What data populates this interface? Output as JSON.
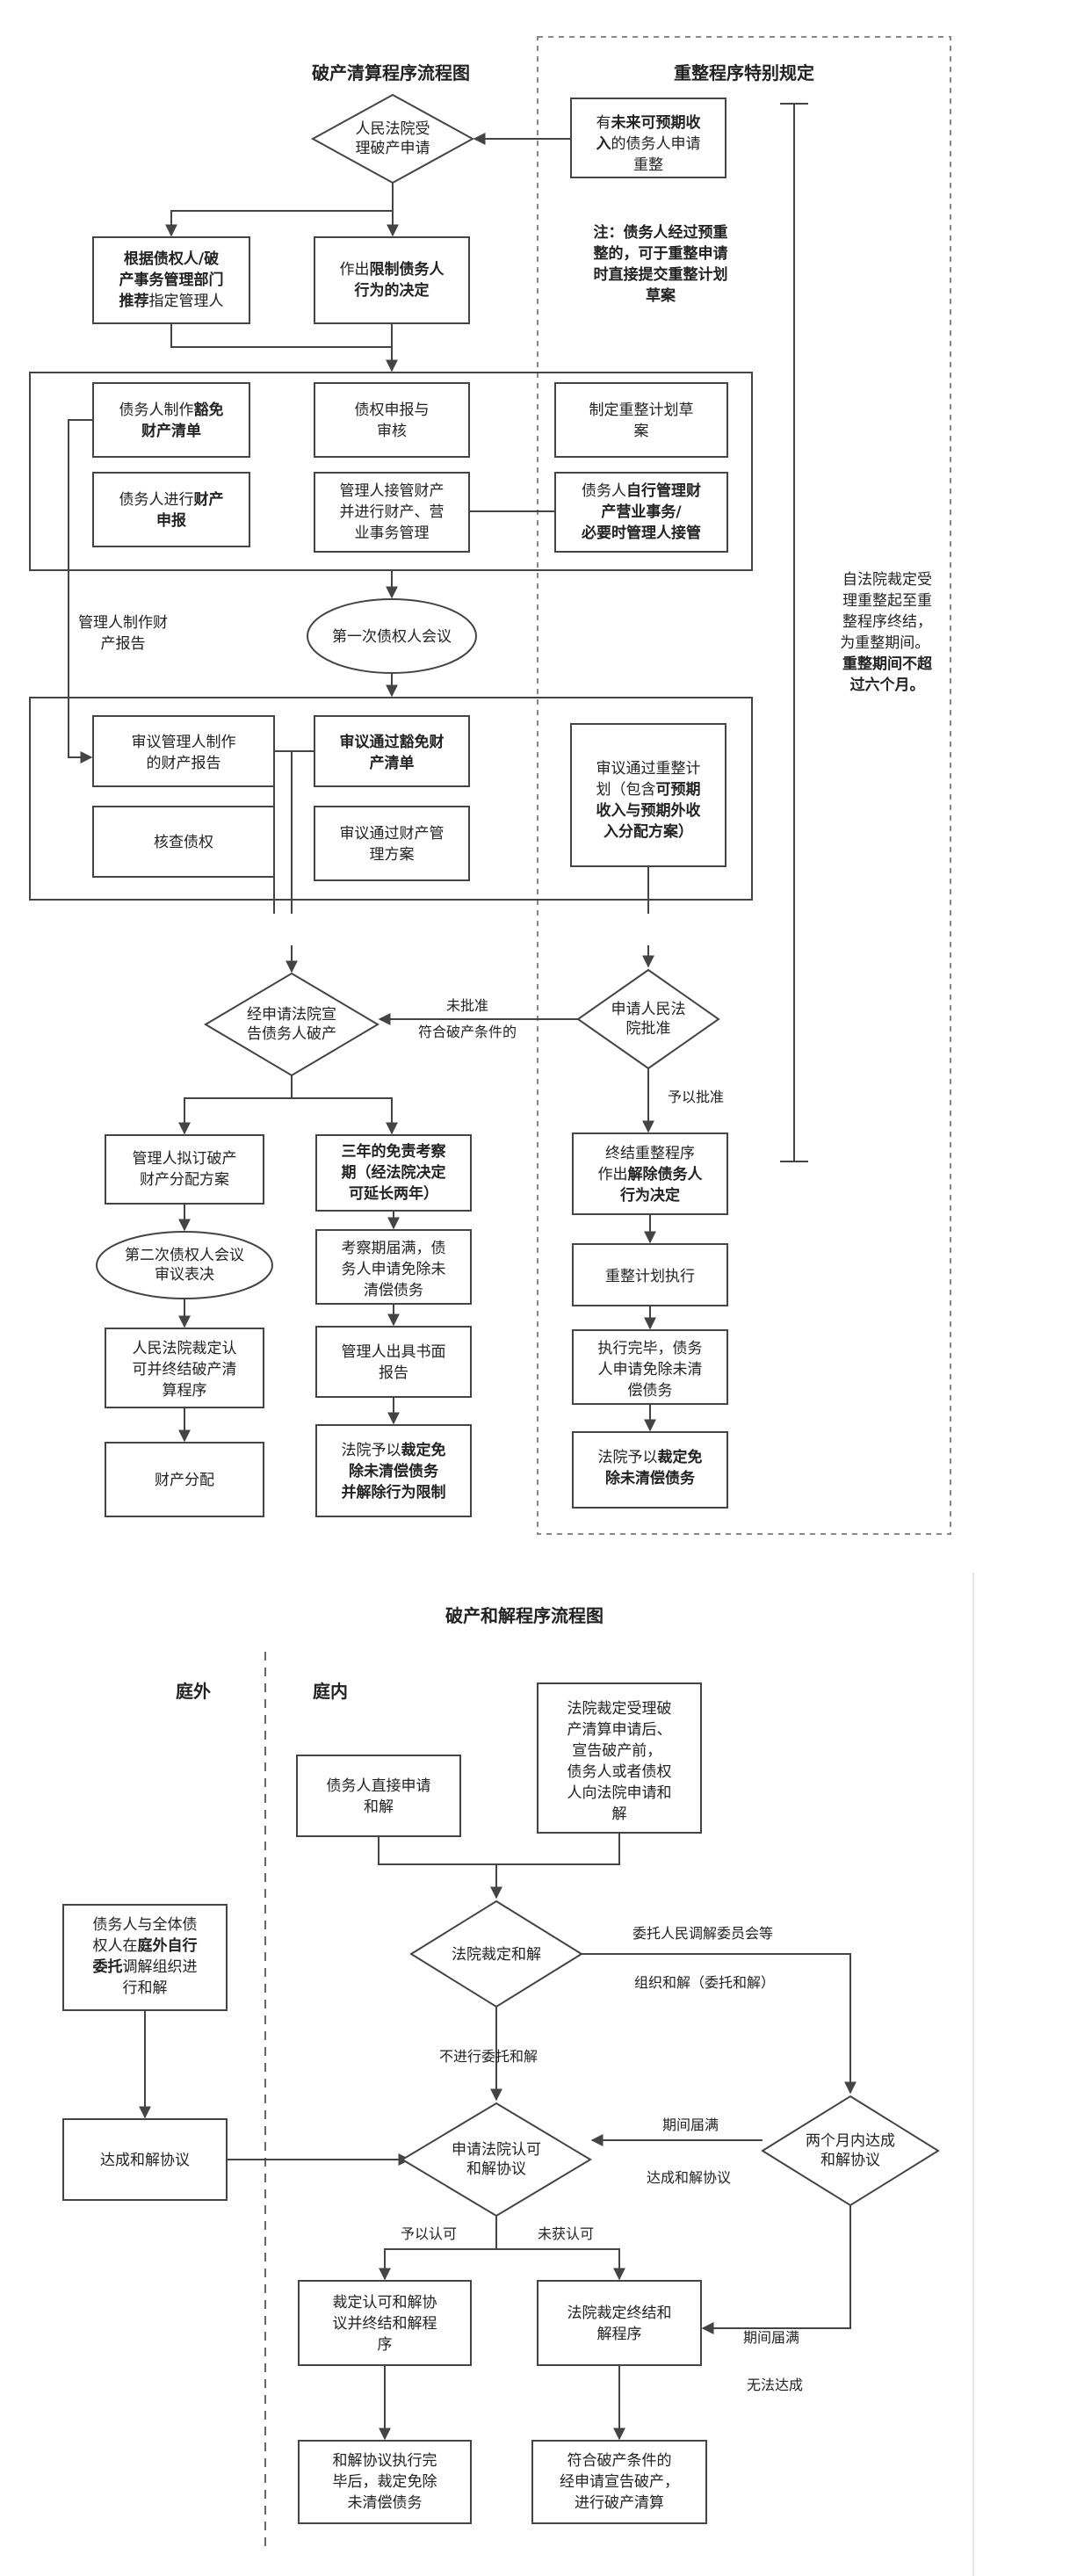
{
  "sec1": {
    "title": "破产清算程序流程图",
    "special_title": "重整程序特别规定",
    "accept": [
      "人民法院受",
      "理破产申请"
    ],
    "appoint": [
      [
        "根据债权人/破",
        true
      ],
      [
        "产事务管理部门",
        true
      ],
      [
        [
          [
            "推荐",
            true
          ],
          [
            "指定管理人",
            false
          ]
        ]
      ]
    ],
    "restrict": [
      [
        [
          [
            "作出",
            false
          ],
          [
            "限制债务人",
            true
          ]
        ]
      ],
      [
        "行为的决定",
        true
      ]
    ],
    "income": [
      [
        [
          [
            "有",
            false
          ],
          [
            "未来可预期收",
            true
          ]
        ]
      ],
      [
        [
          [
            "入",
            true
          ],
          [
            "的债务人申请",
            false
          ]
        ]
      ],
      [
        "重整",
        false
      ]
    ],
    "note": [
      "注：债务人经过预重",
      "整的，可于重整申请",
      "时直接提交重整计划",
      "草案"
    ],
    "exempt_list": [
      [
        [
          [
            "债务人制作",
            false
          ],
          [
            "豁免",
            true
          ]
        ]
      ],
      [
        "财产清单",
        true
      ]
    ],
    "claim": [
      "债权申报与",
      "审核"
    ],
    "plan_draft": [
      "制定重整计划草",
      "案"
    ],
    "declare": [
      [
        [
          [
            "债务人进行",
            false
          ],
          [
            "财产",
            true
          ]
        ]
      ],
      [
        "申报",
        true
      ]
    ],
    "take_over": [
      "管理人接管财产",
      "并进行财产、营",
      "业事务管理"
    ],
    "self_manage": [
      [
        [
          [
            "债务人",
            false
          ],
          [
            "自行管理财",
            true
          ]
        ]
      ],
      [
        "产营业事务/",
        true
      ],
      [
        "必要时管理人接管",
        true
      ]
    ],
    "mgr_report": [
      "管理人制作财",
      "产报告"
    ],
    "period": [
      "自法院裁定受",
      "理重整起至重",
      "整程序终结，",
      "为重整期间。",
      "重整期间不超",
      "过六个月。"
    ],
    "first_meeting": "第一次债权人会议",
    "review_report": [
      "审议管理人制作",
      "的财产报告"
    ],
    "pass_exempt": [
      "审议通过豁免财",
      "产清单"
    ],
    "pass_plan": [
      [
        "审议通过重整计",
        false
      ],
      [
        [
          [
            "划（包含",
            false
          ],
          [
            "可预期",
            true
          ]
        ]
      ],
      [
        "收入与预期外收",
        true
      ],
      [
        "入分配方案）",
        true
      ]
    ],
    "verify": "核查债权",
    "pass_mgmt": [
      "审议通过财产管",
      "理方案"
    ],
    "declare_bankrupt": [
      "经申请法院宣",
      "告债务人破产"
    ],
    "not_approved": "未批准",
    "meets": "符合破产条件的",
    "court_approve": [
      "申请人民法",
      "院批准"
    ],
    "approve": "予以批准",
    "dist_plan": [
      "管理人拟订破产",
      "财产分配方案"
    ],
    "probation": [
      "三年的免责考察",
      "期（经法院决定",
      "可延长两年）"
    ],
    "end_reorg": [
      [
        "终结重整程序",
        false
      ],
      [
        [
          [
            "作出",
            false
          ],
          [
            "解除债务人",
            true
          ]
        ]
      ],
      [
        "行为决定",
        true
      ]
    ],
    "second_meeting": [
      "第二次债权人会议",
      "审议表决"
    ],
    "probation_end": [
      "考察期届满，债",
      "务人申请免除未",
      "清偿债务"
    ],
    "plan_exec": "重整计划执行",
    "terminate": [
      "人民法院裁定认",
      "可并终结破产清",
      "算程序"
    ],
    "mgr_opinion": [
      "管理人出具书面",
      "报告"
    ],
    "exec_done": [
      "执行完毕，债务",
      "人申请免除未清",
      "偿债务"
    ],
    "distribute": "财产分配",
    "court_exempt": [
      [
        [
          [
            "法院予以",
            false
          ],
          [
            "裁定免",
            true
          ]
        ]
      ],
      [
        "除未清偿债务",
        true
      ],
      [
        "并解除行为限制",
        true
      ]
    ],
    "court_exempt2": [
      [
        [
          [
            "法院予以",
            false
          ],
          [
            "裁定免",
            true
          ]
        ]
      ],
      [
        "除未清偿债务",
        true
      ]
    ]
  },
  "sec2": {
    "title": "破产和解程序流程图",
    "out_court": "庭外",
    "in_court": "庭内",
    "direct_apply": [
      "债务人直接申请",
      "和解"
    ],
    "after_accept": [
      "法院裁定受理破",
      "产清算申请后、",
      "宣告破产前，",
      "债务人或者债权",
      "人向法院申请和",
      "解"
    ],
    "decide": "法院裁定和解",
    "entrust_label": "委托人民调解委员会等",
    "org_label": "组织和解（委托和解）",
    "self_settle": [
      [
        "债务人与全体债",
        false
      ],
      [
        [
          [
            "权人在",
            false
          ],
          [
            "庭外自行",
            true
          ]
        ]
      ],
      [
        [
          [
            "委托",
            true
          ],
          [
            "调解组织进",
            false
          ]
        ]
      ],
      [
        "行和解",
        false
      ]
    ],
    "no_entrust": "不进行委托和解",
    "agreement": "达成和解协议",
    "apply_approve": [
      "申请法院认可",
      "和解协议"
    ],
    "expire1": "期间届满",
    "reached": "达成和解协议",
    "two_months": [
      "两个月内达成",
      "和解协议"
    ],
    "approved": "予以认可",
    "not_approved": "未获认可",
    "approve_end": [
      "裁定认可和解协",
      "议并终结和解程",
      "序"
    ],
    "end_proc": [
      "法院裁定终结和",
      "解程序"
    ],
    "expire2": "期间届满",
    "failed": "无法达成",
    "exec_complete": [
      "和解协议执行完",
      "毕后，裁定免除",
      "未清偿债务"
    ],
    "liquidate": [
      "符合破产条件的",
      "经申请宣告破产，",
      "进行破产清算"
    ]
  }
}
